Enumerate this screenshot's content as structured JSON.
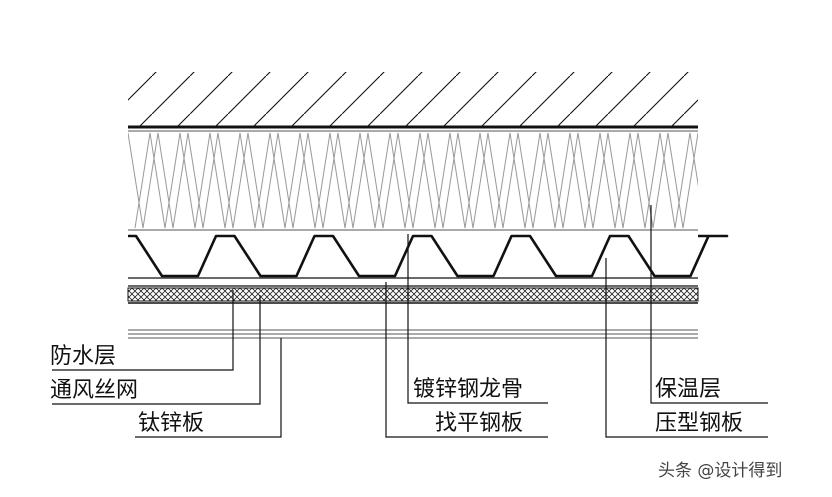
{
  "diagram": {
    "labels": {
      "waterproof_layer": "防水层",
      "ventilation_mesh": "通风丝网",
      "titanium_zinc_plate": "钛锌板",
      "galvanized_steel_keel": "镀锌钢龙骨",
      "leveling_steel_plate": "找平钢板",
      "insulation_layer": "保温层",
      "profiled_steel_plate": "压型钢板"
    },
    "watermark": "头条 @设计得到"
  }
}
